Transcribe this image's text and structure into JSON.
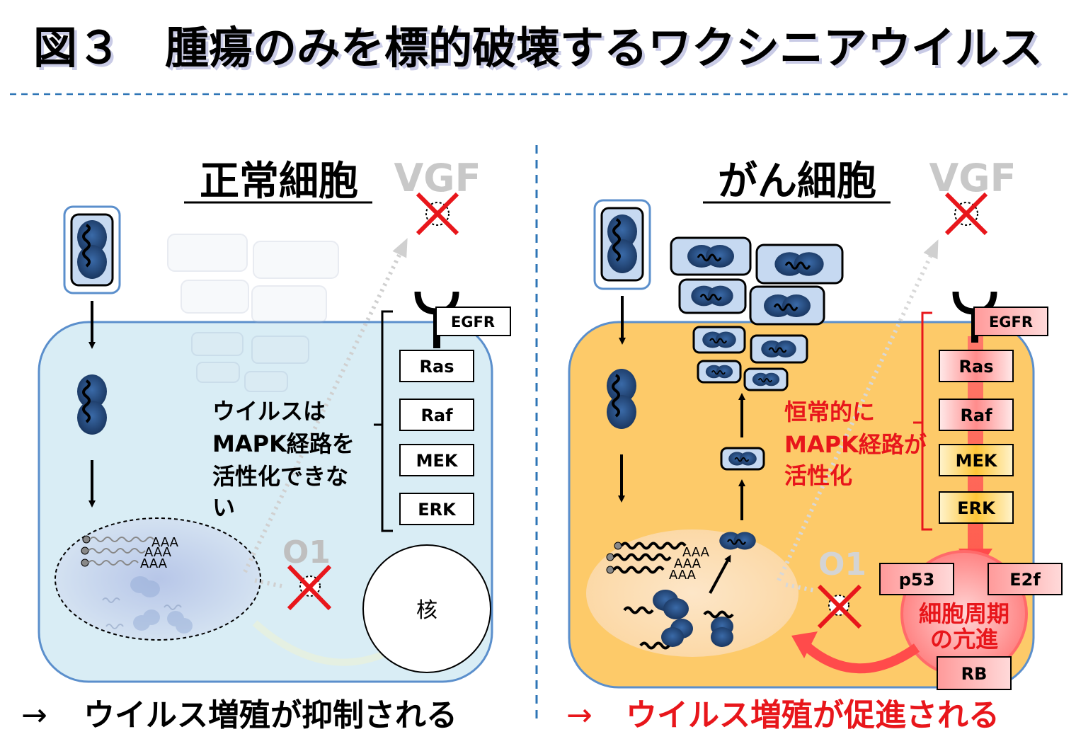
{
  "title": "図３　腫瘍のみを標的破壊するワクシニアウイルス",
  "colors": {
    "title_shadow": "#c9cbe6",
    "divider": "#2e75b6",
    "normal_cell_fill": "#d9edf5",
    "normal_cell_stroke": "#5b8fcc",
    "cancer_cell_fill": "#fdca69",
    "cancer_cell_stroke": "#5b8fcc",
    "virus_fill": "#1f3f6b",
    "virus_capsule_fill": "#c6d9f1",
    "cross_red": "#e8161b",
    "faded_text": "#bfbfbf",
    "accent_red": "#e8161b",
    "kinase_pink": "#ff8a8a",
    "kinase_yellow": "#ffd34d"
  },
  "normal": {
    "heading": "正常細胞",
    "vgf_label": "VGF",
    "o1_label": "O1",
    "egfr_label": "EGFR",
    "kinases": [
      "Ras",
      "Raf",
      "MEK",
      "ERK"
    ],
    "note_lines": [
      "ウイルスは",
      "MAPK経路を",
      "活性化できな",
      "い"
    ],
    "mrna_tail": [
      "AAA",
      "AAA",
      "AAA"
    ],
    "nucleus_label": "核",
    "result_arrow": "→",
    "result": "ウイルス増殖が抑制される"
  },
  "cancer": {
    "heading": "がん細胞",
    "vgf_label": "VGF",
    "o1_label": "O1",
    "egfr_label": "EGFR",
    "kinases": [
      "Ras",
      "Raf",
      "MEK",
      "ERK"
    ],
    "note_lines": [
      "恒常的に",
      "MAPK経路が",
      "活性化"
    ],
    "mrna_tail": [
      "AAA",
      "AAA",
      "AAA"
    ],
    "p53_label": "p53",
    "e2f_label": "E2f",
    "rb_label": "RB",
    "cycle_lines": [
      "細胞周期",
      "の亢進"
    ],
    "result_arrow": "→",
    "result": "ウイルス増殖が促進される"
  }
}
